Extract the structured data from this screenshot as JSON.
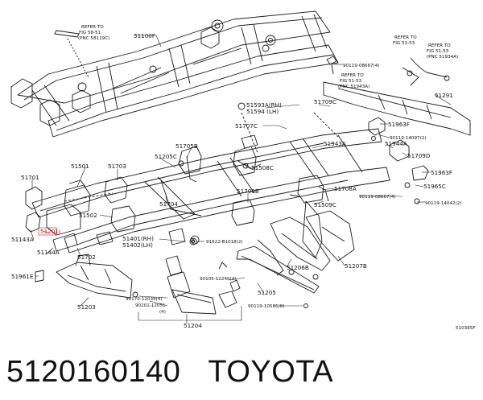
{
  "diagram": {
    "labels": {
      "refer_fig_5851": [
        "REFER TO",
        "FIG 58-51",
        "(PNC 58119C)"
      ],
      "refer_fig_5153_a": [
        "REFER TO",
        "FIG 51-53"
      ],
      "refer_fig_5153_b": [
        "REFER TO",
        "FIG 51-53",
        "(PNC 51934A)"
      ],
      "refer_fig_5153_c": [
        "REFER TO",
        "FIG 51-53",
        "(PNC 51943A)"
      ],
      "p51100F": "51100F",
      "p90119_08667_top": "90119-08667(4)",
      "p51291": "51291",
      "p51593A": "51593A(RH)",
      "p51594": "51594 (LH)",
      "p51709C": "51709C",
      "p51707C": "51707C",
      "p51963F_top": "51963F",
      "p90119_14097": "90119-14097(2)",
      "p51943A": "51943A",
      "p51944A": "51944A",
      "p51709D": "51709D",
      "p51705B": "51705B",
      "p51205C": "51205C",
      "p51501": "51501",
      "p51703": "51703",
      "p51508C": "51508C",
      "p51963F_mid": "51963F",
      "p51701": "51701",
      "p51706B": "51706B",
      "p51708A": "51708A",
      "p51965C": "51965C",
      "p90119_08667_mid": "90119-08667(4)",
      "p90119_14042": "90119-14042(2)",
      "p51704": "51704",
      "p51509C": "51509C",
      "p51502": "51502",
      "p51201I": "51201I",
      "p51143A": "51143A",
      "p51401": "51401(RH)",
      "p51402": "51402(LH)",
      "p91622": "91622-B1018(2)",
      "p51144A": "51144A",
      "p51702": "51702",
      "p51206B": "51206B",
      "p51207B": "51207B",
      "p51961E": "51961E",
      "p90105_12240": "90105-12240(4)",
      "p51205": "51205",
      "p90170_12039": "90170-12039(4)",
      "p90201_12051": "90201-12051",
      "p90201_qty": "(4)",
      "p51203": "51203",
      "p90119_10586": "90119-10586(8)",
      "p51204": "51204",
      "figure_code": "510365F",
      "circle_b": "B"
    }
  },
  "footer": {
    "part_number": "5120160140",
    "brand": "TOYOTA"
  },
  "colors": {
    "line": "#1a1a1a",
    "highlight": "#d11a1a",
    "background": "#ffffff"
  }
}
